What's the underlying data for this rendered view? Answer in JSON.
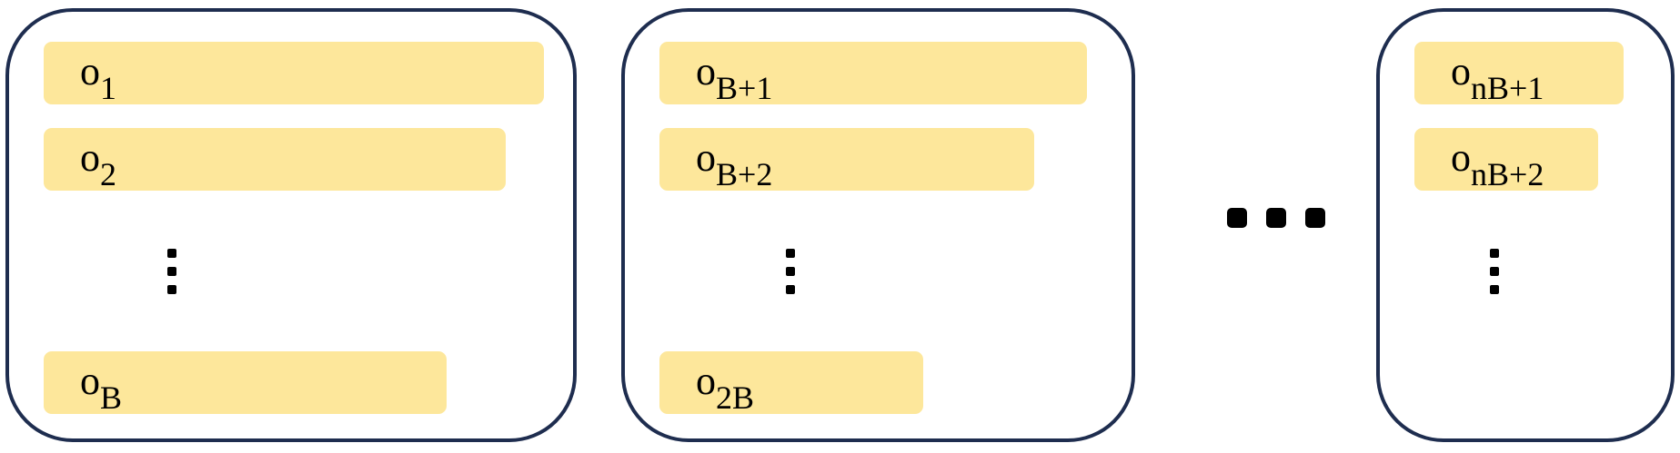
{
  "colors": {
    "box_border": "#1e2d4f",
    "item_fill": "#fde79b",
    "text": "#000000"
  },
  "batches": [
    {
      "items": [
        {
          "symbol": "o",
          "subscript": "1"
        },
        {
          "symbol": "o",
          "subscript": "2"
        },
        {
          "symbol": "o",
          "subscript": "B"
        }
      ]
    },
    {
      "items": [
        {
          "symbol": "o",
          "subscript": "B+1"
        },
        {
          "symbol": "o",
          "subscript": "B+2"
        },
        {
          "symbol": "o",
          "subscript": "2B"
        }
      ]
    },
    {
      "items": [
        {
          "symbol": "o",
          "subscript": "nB+1"
        },
        {
          "symbol": "o",
          "subscript": "nB+2"
        }
      ]
    }
  ]
}
